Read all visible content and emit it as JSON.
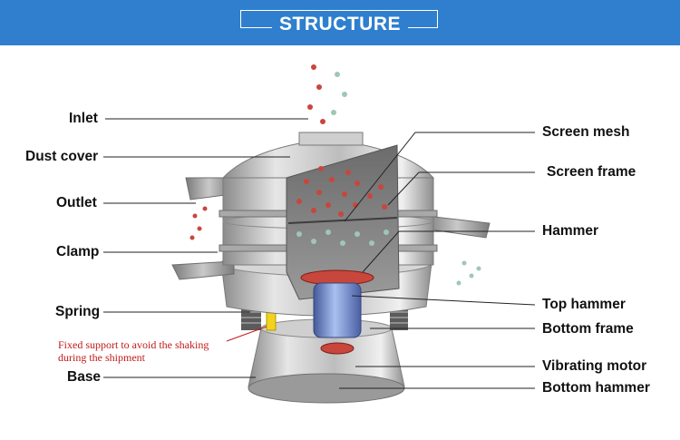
{
  "header": {
    "title": "STRUCTURE"
  },
  "labels": {
    "inlet": "Inlet",
    "dust_cover": "Dust cover",
    "outlet": "Outlet",
    "clamp": "Clamp",
    "spring": "Spring",
    "base": "Base",
    "screen_mesh": "Screen mesh",
    "screen_frame": "Screen frame",
    "hammer": "Hammer",
    "top_hammer": "Top hammer",
    "bottom_frame": "Bottom frame",
    "vibrating_motor": "Vibrating motor",
    "bottom_hammer": "Bottom hammer"
  },
  "note": {
    "line1": "Fixed support to avoid the shaking",
    "line2": "during the shipment"
  },
  "colors": {
    "header_bg": "#2f7fce",
    "particle_red": "#c8463c",
    "particle_green": "#9fc7b4",
    "motor_blue": "#6f8fd0",
    "support_yellow": "#f2d21f",
    "note_red": "#c21a1a"
  }
}
